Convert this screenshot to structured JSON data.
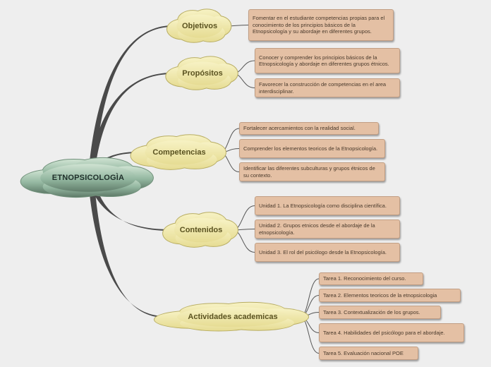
{
  "root": "ETNOPSICOLOGÌA",
  "branches": [
    {
      "label": "Objetivos",
      "items": [
        "Fomentar en el estudiante competencias propias para el conocimiento de los principios básicos de la Etnopsicología y su abordaje en diferentes grupos."
      ]
    },
    {
      "label": "Propósitos",
      "items": [
        "Conocer y comprender los principios básicos de la Etnopsicología y abordaje en diferentes grupos étnicos.",
        "Favorecer la construcción de competencias en el area interdisciplinar."
      ]
    },
    {
      "label": "Competencias",
      "items": [
        "Fortalecer acercamientos con la realidad social.",
        "Comprender los elementos teoricos de la Etnopsicología.",
        "Identificar las diferentes subculturas y grupos étnicos de su contexto."
      ]
    },
    {
      "label": "Contenidos",
      "items": [
        "Unidad 1. La Etnopsicología como disciplina científica.",
        "Unidad 2. Grupos etnicos desde el abordaje de la etnopsicología.",
        "Unidad 3. El rol del psicólogo desde la Etnopsicología."
      ]
    },
    {
      "label": "Actividades academicas",
      "items": [
        "Tarea 1. Reconocimiento del curso.",
        "Tarea 2. Elementos teoricos de la etnopsicologia",
        "Tarea 3. Contextualización de los grupos.",
        "Tarea 4. Habilidades del psicólogo para el abordaje.",
        "Tarea 5. Evaluación nacional POE"
      ]
    }
  ],
  "colors": {
    "background": "#eeeeee",
    "root_cloud": "#8fb39c",
    "branch_cloud": "#eee8a9",
    "leaf_box": "#e4c0a4",
    "connector": "#4a4a4a"
  }
}
